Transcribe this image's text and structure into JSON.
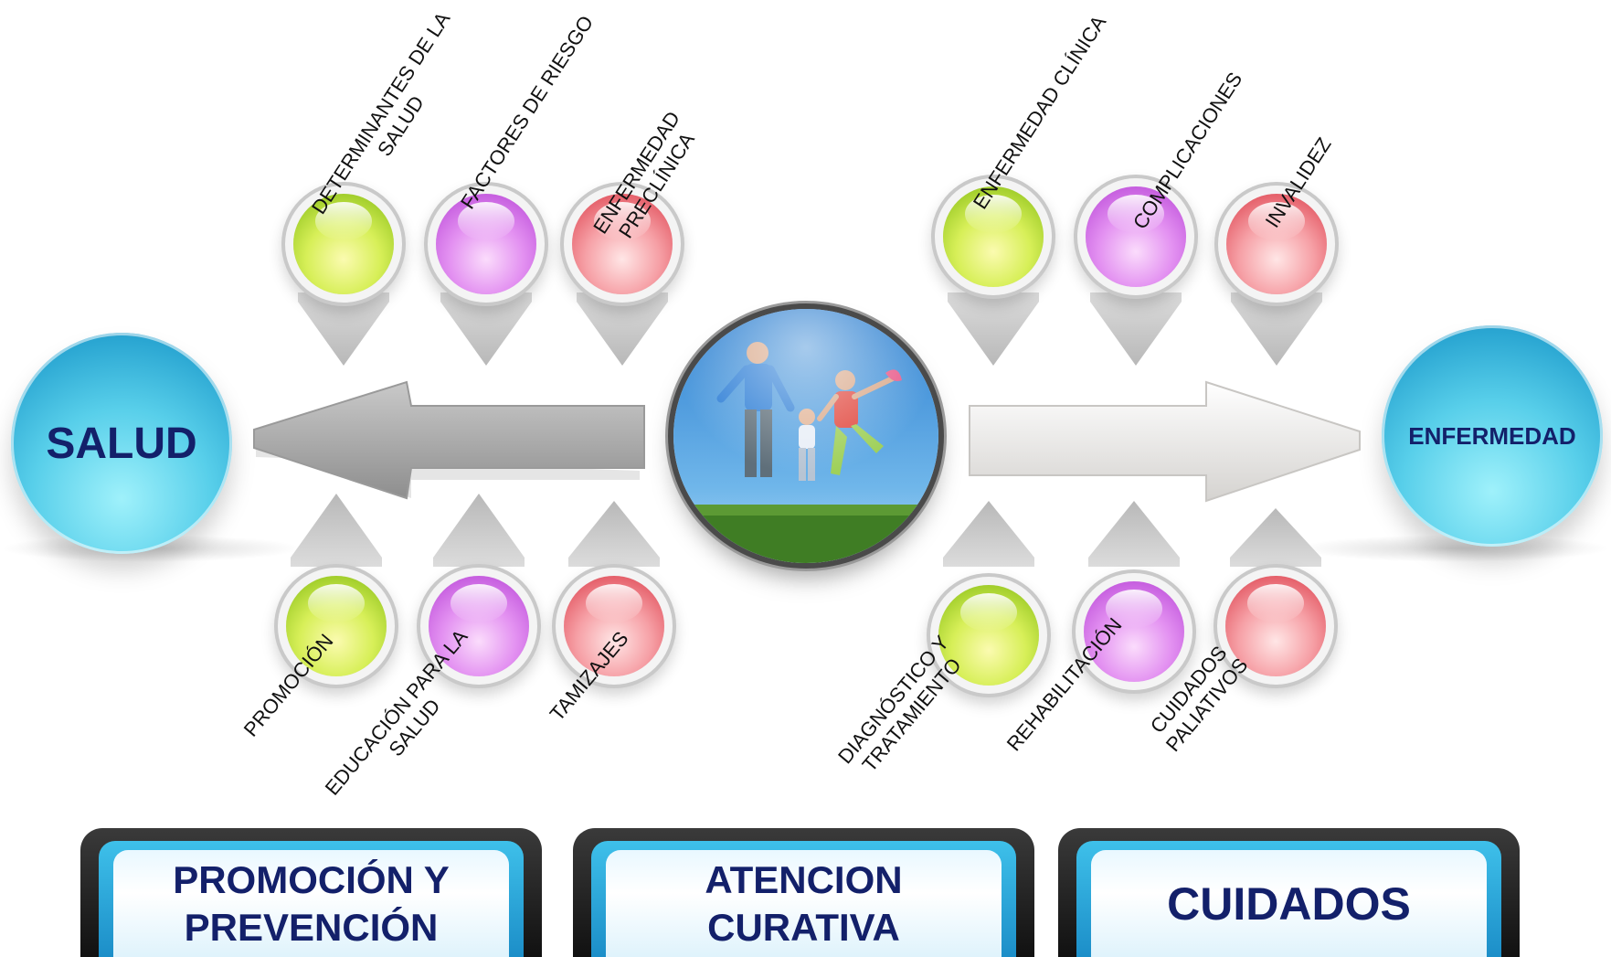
{
  "endpoints": {
    "left": "SALUD",
    "right": "ENFERMEDAD"
  },
  "top_labels": [
    "DETERMINANTES DE LA\nSALUD",
    "FACTORES DE RIESGO",
    "ENFERMEDAD\nPRECLÍNICA",
    "ENFERMEDAD CLÍNICA",
    "COMPLICACIONES",
    "INVALIDEZ"
  ],
  "bottom_labels": [
    "PROMOCIÓN",
    "EDUCACIÓN PARA LA\nSALUD",
    "TAMIZAJES",
    "DIAGNÓSTICO Y\nTRATAMIENTO",
    "REHABILITACIÓN",
    "CUIDADOS\nPALIATIVOS"
  ],
  "orb_colors": [
    "green",
    "purple",
    "red",
    "green",
    "purple",
    "red"
  ],
  "center_image": "family-jumping-photo",
  "bottom_boxes": [
    "PROMOCIÓN Y\nPREVENCIÓN",
    "ATENCION\nCURATIVA",
    "CUIDADOS"
  ],
  "colors": {
    "title_text": "#13206a",
    "circle_light": "#9ff1fb",
    "circle_dark": "#1f86b6",
    "arrow_left": "#a9a9a9",
    "arrow_right": "#ecebe9",
    "box_frame": "#1c8ec8"
  }
}
